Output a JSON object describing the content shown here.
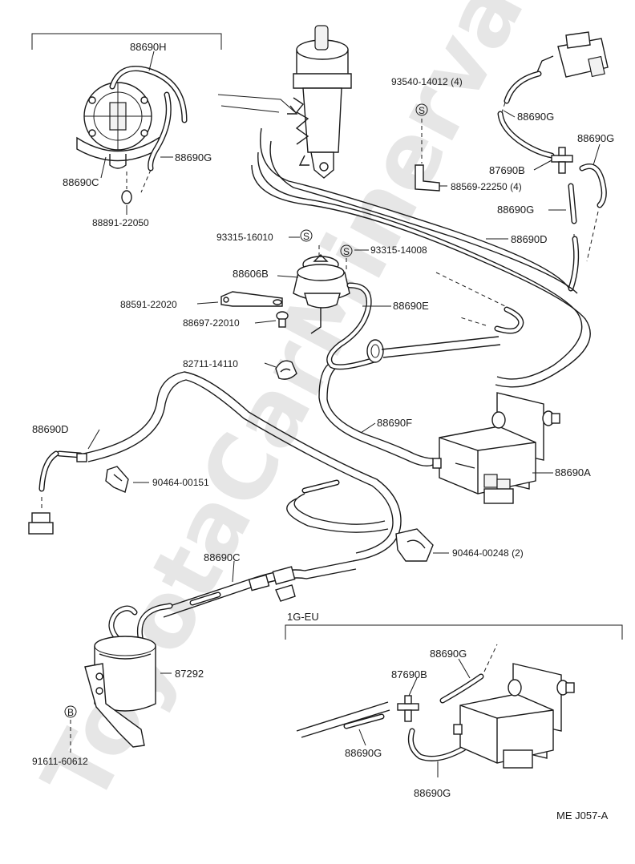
{
  "watermark": "ToyotaCarMinerva.ru",
  "part_labels": {
    "p88690H": "88690H",
    "p88690G_topleft": "88690G",
    "p88690C_topleft": "88690C",
    "p88891": "88891-22050",
    "p93540": "93540-14012 (4)",
    "p88690G_tr1": "88690G",
    "p88690G_tr2": "88690G",
    "p87690B_tr": "87690B",
    "p88569": "88569-22250 (4)",
    "p88690G_tr3": "88690G",
    "p88690D_right": "88690D",
    "p93315_16010": "93315-16010",
    "p93315_14008": "93315-14008",
    "p88606B": "88606B",
    "p88591": "88591-22020",
    "p88697": "88697-22010",
    "p88690E": "88690E",
    "p82711": "82711-14110",
    "p88690D_left": "88690D",
    "p90464_00151": "90464-00151",
    "p88690F": "88690F",
    "p88690A": "88690A",
    "p90464_00248": "90464-00248 (2)",
    "p88690C_mid": "88690C",
    "p87292": "87292",
    "p91611": "91611-60612",
    "p88690G_eu1": "88690G",
    "p87690B_eu": "87690B",
    "p88690G_eu2": "88690G",
    "p88690G_eu3": "88690G"
  },
  "symbols": {
    "s_93540": "S",
    "s_93315_16010": "S",
    "s_93315_14008": "S",
    "b_91611": "B"
  },
  "variant_label": "1G-EU",
  "diagram_code": "ME J057-A"
}
